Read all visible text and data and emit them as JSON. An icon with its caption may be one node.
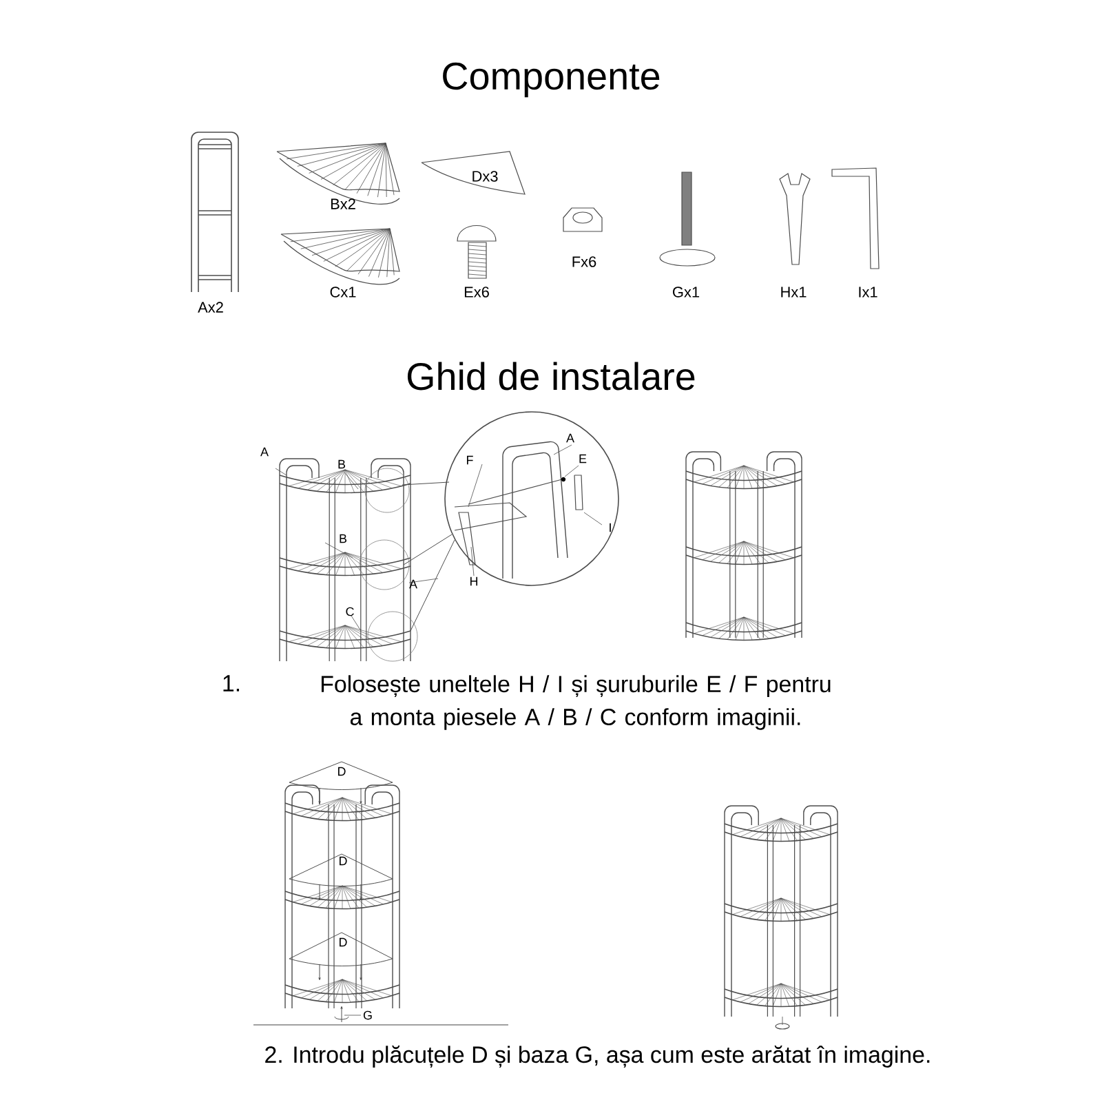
{
  "diagram": {
    "title": "Componente",
    "labels": [
      "Ax2",
      "Bx2",
      "Dx3",
      "Cx1",
      "Ex6",
      "Fx6",
      "Gx1",
      "Hx1",
      "Ix1",
      "Ghid de instalare",
      "A",
      "B",
      "F",
      "A",
      "E",
      "B",
      "I",
      "A",
      "H",
      "C",
      "1.",
      "Folosește uneltele H / I și șuruburile E / F pentru a monta piesele A / B / C conform imaginii.",
      "D",
      "D",
      "D",
      "G",
      "2. Introdu plăcuțele D și baza G, așa cum este arătat în imagine."
    ]
  }
}
